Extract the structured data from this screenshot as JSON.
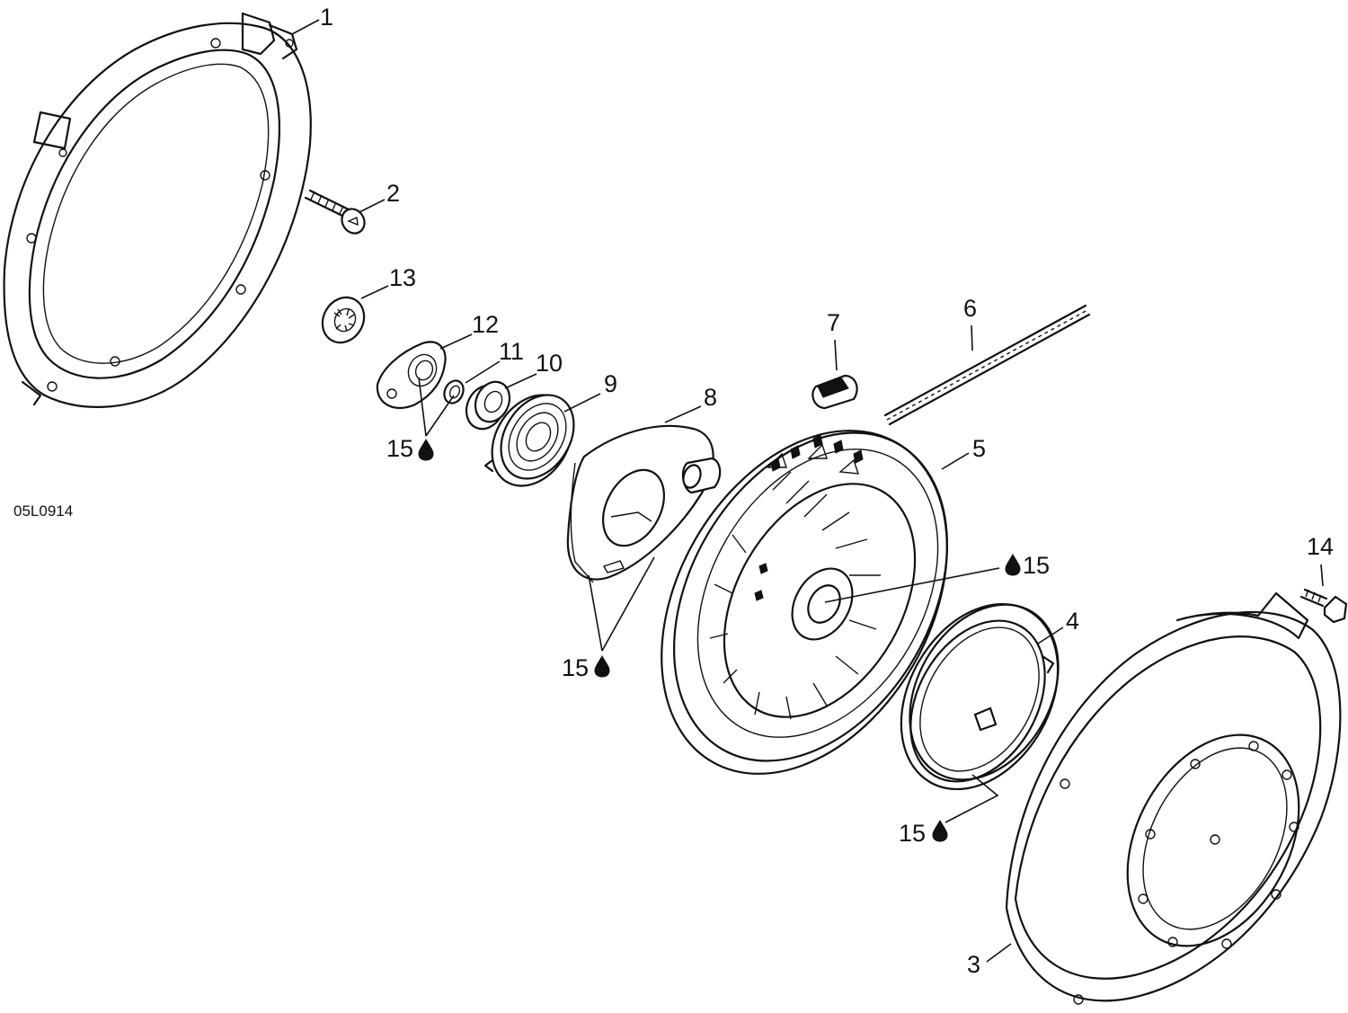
{
  "drawing_code": "05L0914",
  "callouts": {
    "c1": "1",
    "c2": "2",
    "c3": "3",
    "c4": "4",
    "c5": "5",
    "c6": "6",
    "c7": "7",
    "c8": "8",
    "c9": "9",
    "c10": "10",
    "c11": "11",
    "c12": "12",
    "c13": "13",
    "c14": "14",
    "c15a": "15",
    "c15b": "15",
    "c15c": "15",
    "c15d": "15"
  }
}
